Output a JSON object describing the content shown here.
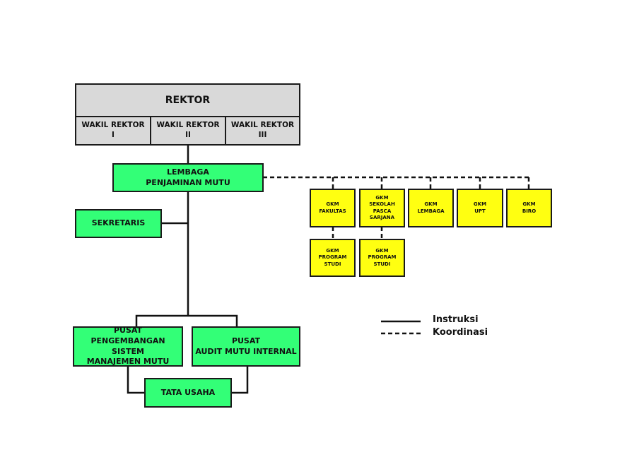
{
  "diagram": {
    "rektor": "REKTOR",
    "wakil_rektor": [
      "WAKIL REKTOR\nI",
      "WAKIL REKTOR\nII",
      "WAKIL REKTOR\nIII"
    ],
    "lembaga": "LEMBAGA\nPENJAMINAN MUTU",
    "sekretaris": "SEKRETARIS",
    "pusat_psm": "PUSAT\nPENGEMBANGAN SISTEM\nMANAJEMEN MUTU",
    "pusat_ami": "PUSAT\nAUDIT MUTU INTERNAL",
    "tata_usaha": "TATA USAHA",
    "gkm": [
      "GKM\nFAKULTAS",
      "GKM\nSEKOLAH\nPASCA\nSARJANA",
      "GKM\nLEMBAGA",
      "GKM\nUPT",
      "GKM\nBIRO"
    ],
    "gkm_prodi": [
      "GKM\nPROGRAM\nSTUDI",
      "GKM\nPROGRAM\nSTUDI"
    ]
  },
  "legend": {
    "instruksi": "Instruksi",
    "koordinasi": "Koordinasi"
  },
  "colors": {
    "grey_box": "#d9d9d9",
    "green_box": "#33ff77",
    "yellow_box": "#ffff11",
    "line": "#111111"
  }
}
